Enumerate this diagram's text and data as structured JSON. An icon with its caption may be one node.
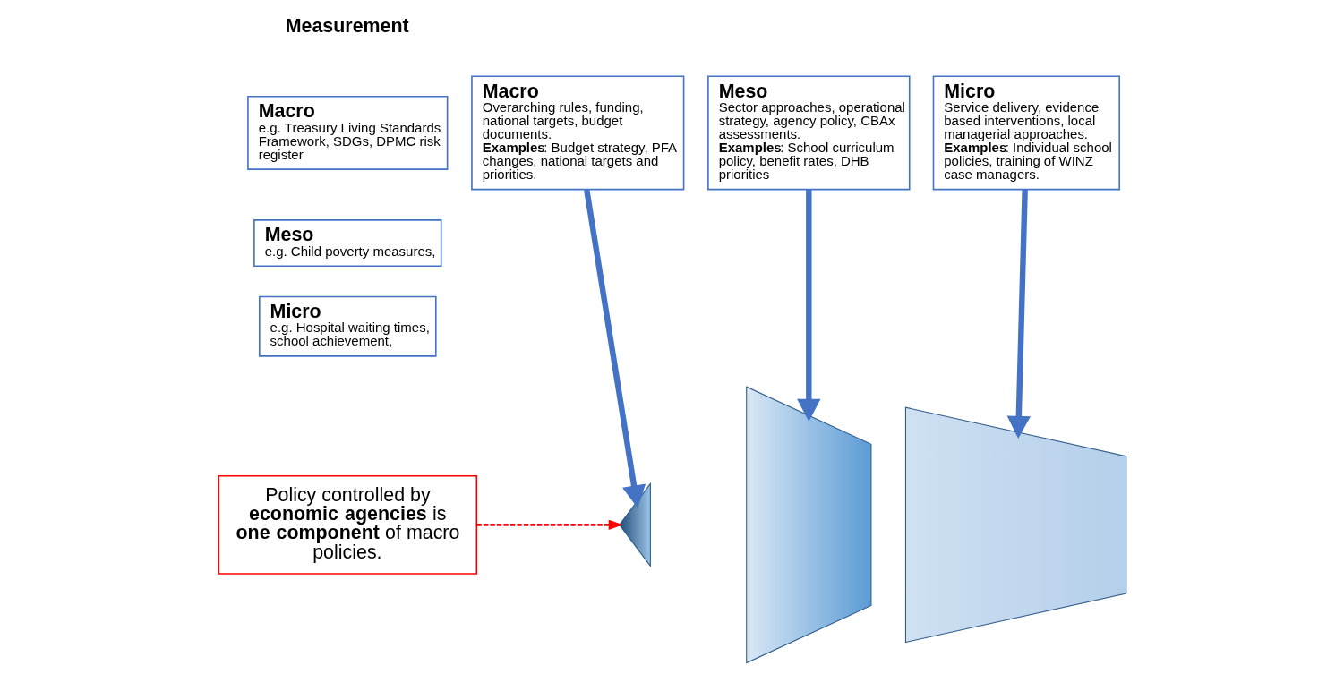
{
  "diagram": {
    "nodes": [
      {
        "text": [
          "Macro",
          "e.g. Treasury Living Standards Framework, SDGs, DPMC risk register"
        ]
      },
      {
        "text": [
          "Meso",
          "e.g. Child poverty measures,"
        ]
      },
      {
        "text": [
          "Micro",
          "e.g. Hospital waiting times, school achievement,"
        ]
      },
      {
        "text": [
          "Macro",
          "Overarching rules, funding, national targets, budget documents.",
          "**Examples**: Budget strategy, PFA changes, national targets and priorities."
        ]
      },
      {
        "text": [
          "Meso",
          "Sector approaches, operational strategy, agency policy, CBAx assessments.",
          "**Examples**: School curriculum policy, benefit rates, DHB priorities"
        ]
      },
      {
        "text": [
          "Micro",
          "Service delivery, evidence based interventions, local managerial approaches.",
          "**Examples**: Individual school policies, training of WINZ case managers."
        ]
      },
      {
        "text": [
          "Policy controlled by **economic agencies** is **one component** of macro policies."
        ]
      },
      {
        "text": [],
        "shape": "triangle"
      },
      {
        "text": [],
        "shape": "trapezoid"
      },
      {
        "text": [],
        "shape": "trapezoid"
      }
    ],
    "edges": [
      {
        "from": 3,
        "to": 7,
        "arrow": "to"
      },
      {
        "from": 4,
        "to": 8,
        "arrow": "to"
      },
      {
        "from": 5,
        "to": 9,
        "arrow": "to"
      },
      {
        "from": 6,
        "to": 7,
        "arrow": "to",
        "style": "dashed",
        "color": "#ff0000"
      }
    ],
    "labels": [
      "Measurement"
    ]
  }
}
